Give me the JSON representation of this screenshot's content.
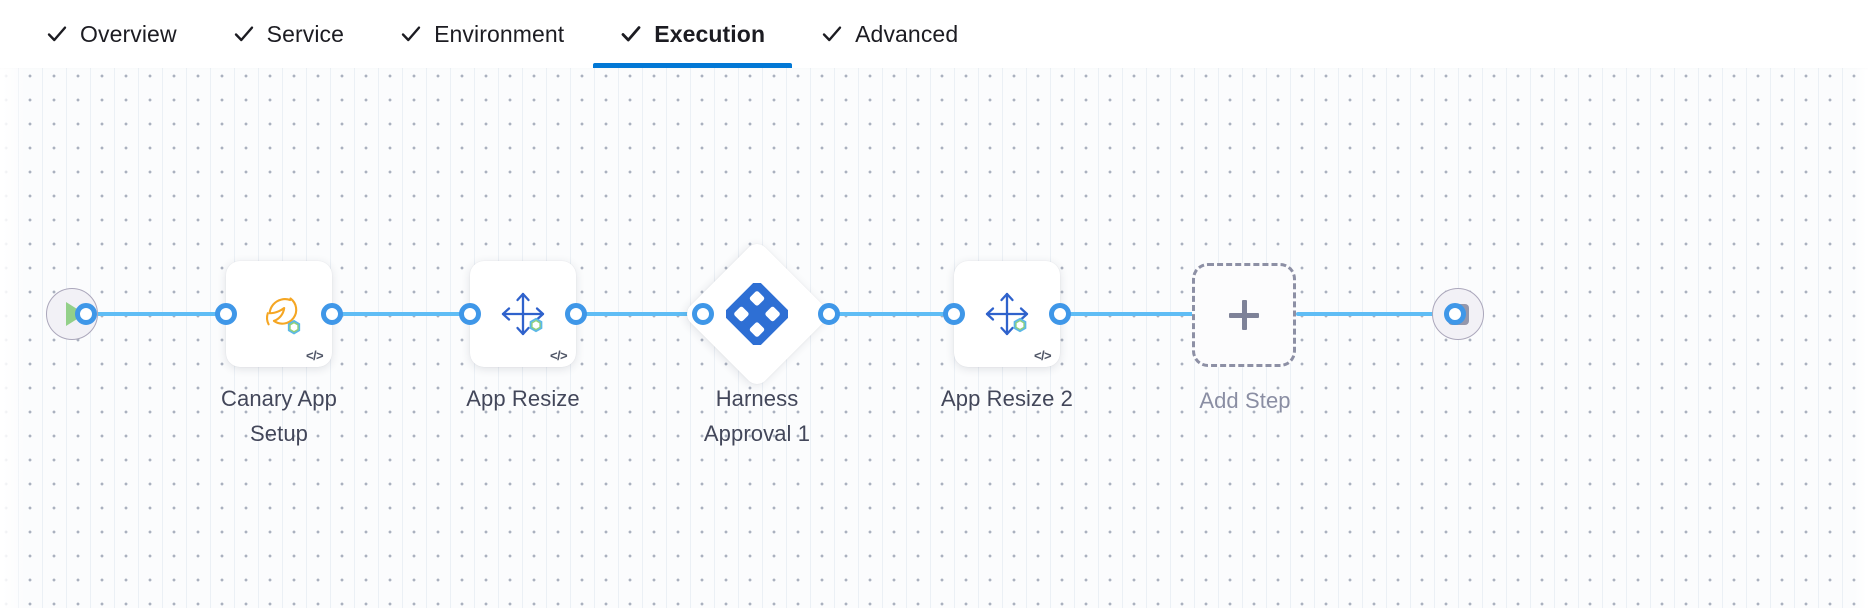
{
  "tabs": [
    {
      "label": "Overview",
      "icon": "check-icon",
      "active": false,
      "completed": true
    },
    {
      "label": "Service",
      "icon": "check-icon",
      "active": false,
      "completed": true
    },
    {
      "label": "Environment",
      "icon": "check-icon",
      "active": false,
      "completed": true
    },
    {
      "label": "Execution",
      "icon": "check-icon",
      "active": true,
      "completed": true
    },
    {
      "label": "Advanced",
      "icon": "check-icon",
      "active": false,
      "completed": true
    }
  ],
  "canvas": {
    "start_node": {
      "name": "pipeline-start",
      "icon": "play-icon"
    },
    "end_node": {
      "name": "pipeline-end",
      "icon": "stop-icon"
    },
    "nodes": [
      {
        "label": "Canary App\nSetup",
        "icon": "tanzu-bird-icon",
        "badge": "</>",
        "shape": "card"
      },
      {
        "label": "App Resize",
        "icon": "resize-arrows-icon",
        "badge": "</>",
        "shape": "card"
      },
      {
        "label": "Harness\nApproval 1",
        "icon": "harness-logo-icon",
        "badge": "",
        "shape": "diamond"
      },
      {
        "label": "App Resize 2",
        "icon": "resize-arrows-icon",
        "badge": "</>",
        "shape": "card"
      },
      {
        "label": "Add Step",
        "icon": "plus-icon",
        "badge": "",
        "shape": "dashed"
      }
    ]
  },
  "colors": {
    "active_tab_underline": "#0278d5",
    "connector_line": "#5fbdf5",
    "port_ring": "#3f97e8",
    "harness_blue": "#2e6fd4",
    "resize_arrow_blue": "#2f62cc",
    "tanzu_orange": "#f5a623",
    "play_green": "#93d089",
    "stop_gray": "#9497ab",
    "add_step_dashed": "#8d90a5",
    "label_text": "#43475a",
    "muted_label_text": "#8a8ea3",
    "canvas_bg": "#fbfcfd"
  }
}
